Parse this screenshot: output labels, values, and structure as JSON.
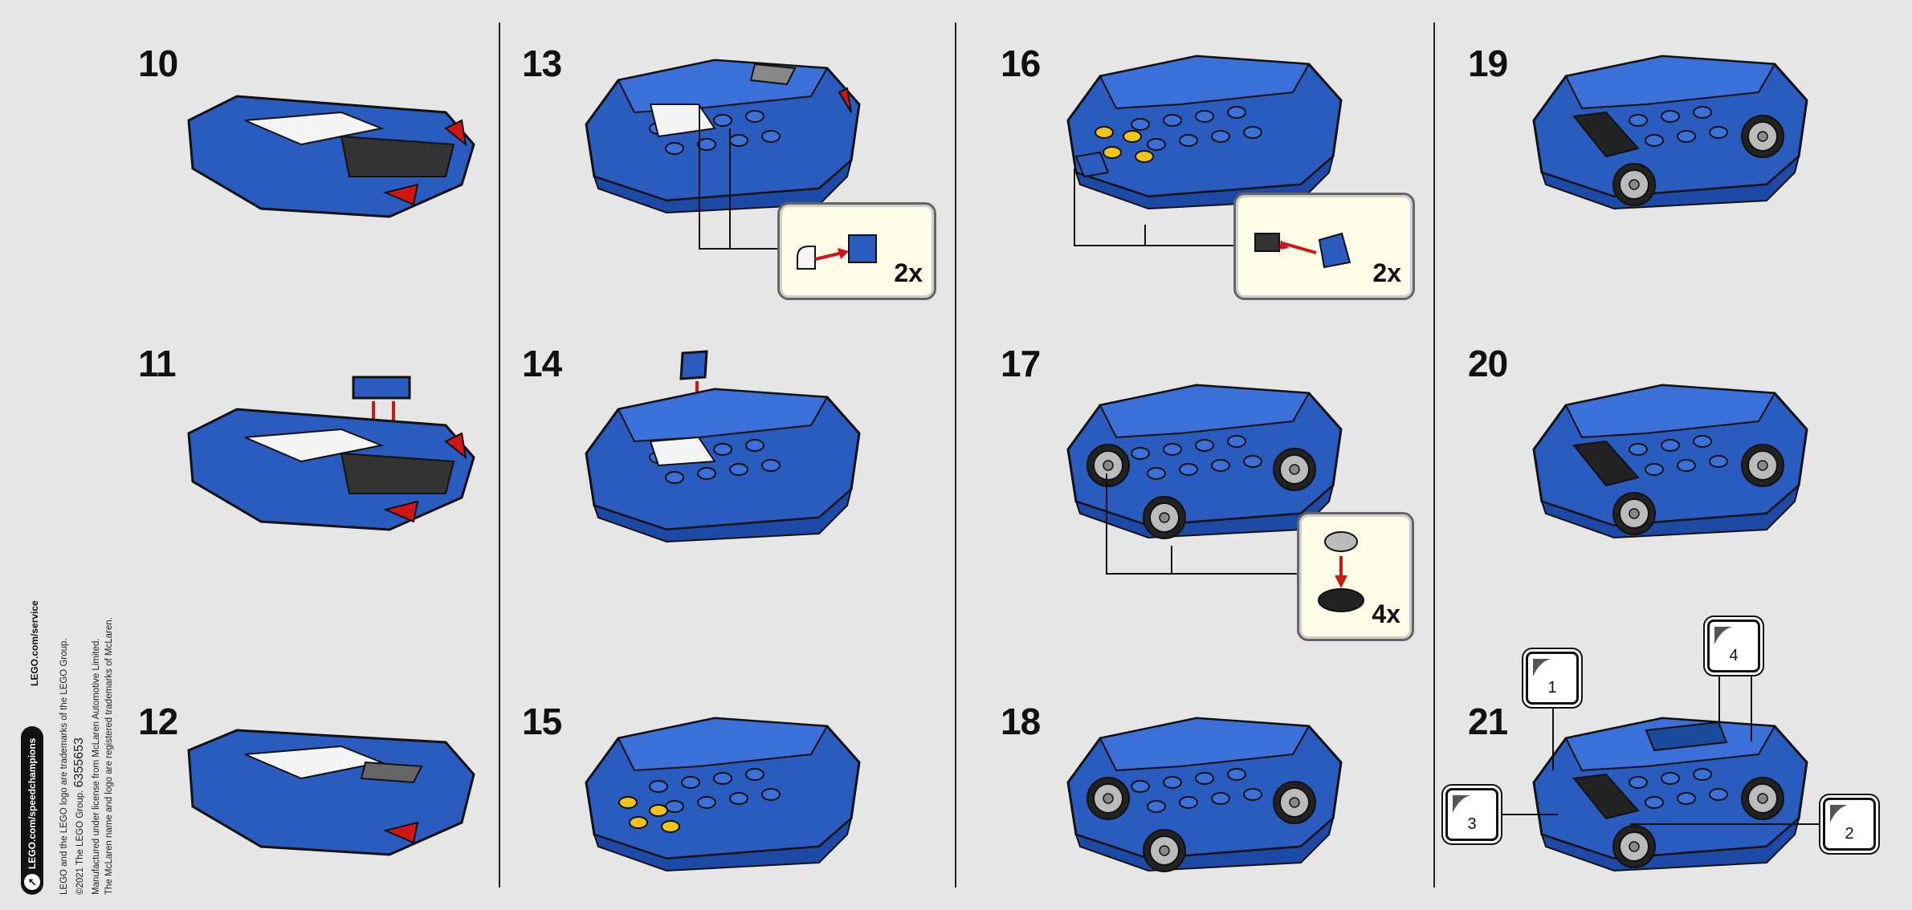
{
  "legal": {
    "url": "LEGO.com/speedchampions",
    "service": "LEGO.com/service",
    "line1": "LEGO and the LEGO logo are trademarks of the LEGO Group.",
    "line2": "©2021 The LEGO Group.",
    "code": "6355653",
    "line3": "Manufactured under license from McLaren Automotive Limited.",
    "line4": "The McLaren name and logo are registered trademarks of McLaren."
  },
  "steps": [
    {
      "number": "10"
    },
    {
      "number": "11"
    },
    {
      "number": "12"
    },
    {
      "number": "13"
    },
    {
      "number": "14"
    },
    {
      "number": "15"
    },
    {
      "number": "16"
    },
    {
      "number": "17"
    },
    {
      "number": "18"
    },
    {
      "number": "19"
    },
    {
      "number": "20"
    },
    {
      "number": "21"
    }
  ],
  "callouts": {
    "step13_qty": "2x",
    "step16_qty": "2x",
    "step17_qty": "4x"
  },
  "stickers": [
    {
      "number": "1"
    },
    {
      "number": "4"
    },
    {
      "number": "3"
    },
    {
      "number": "2"
    }
  ],
  "colors": {
    "background": "#e6e6e6",
    "car_blue": "#2a5cc0",
    "accent_red": "#d01515",
    "callout_bg": "#fefbe6",
    "stud_yellow": "#f2c21e"
  }
}
